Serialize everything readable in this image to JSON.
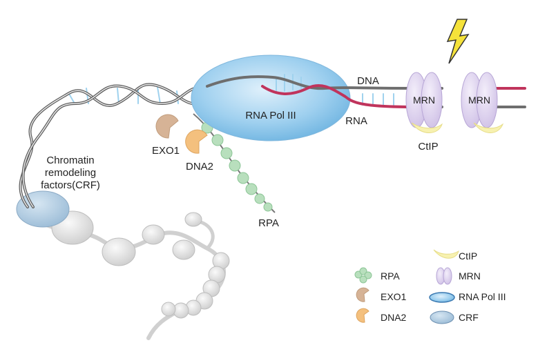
{
  "labels": {
    "dna": "DNA",
    "rna": "RNA",
    "rna_pol": "RNA Pol III",
    "mrn_left": "MRN",
    "mrn_right": "MRN",
    "ctip": "CtIP",
    "exo1": "EXO1",
    "dna2": "DNA2",
    "rpa": "RPA",
    "crf_line1": "Chromatin",
    "crf_line2": "remodeling",
    "crf_line3": "factors(CRF)"
  },
  "legend": {
    "items": [
      {
        "label": "CtIP"
      },
      {
        "label": "RPA"
      },
      {
        "label": "MRN"
      },
      {
        "label": "EXO1"
      },
      {
        "label": "RNA Pol III"
      },
      {
        "label": "DNA2"
      },
      {
        "label": "CRF"
      }
    ]
  },
  "colors": {
    "dna_strand": "#6e6e6e",
    "rna_strand": "#c0345c",
    "pol_fill": "#8ec6ea",
    "mrn_fill": "#d9ccec",
    "ctip_fill": "#f7f1b0",
    "rpa_fill": "#b3dcb8",
    "exo1_fill": "#d6b396",
    "dna2_fill": "#f4c07e",
    "crf_fill": "#a9c7df",
    "bolt_fill": "#f5e23a"
  },
  "icons": {
    "lightning": "lightning-bolt-icon"
  }
}
